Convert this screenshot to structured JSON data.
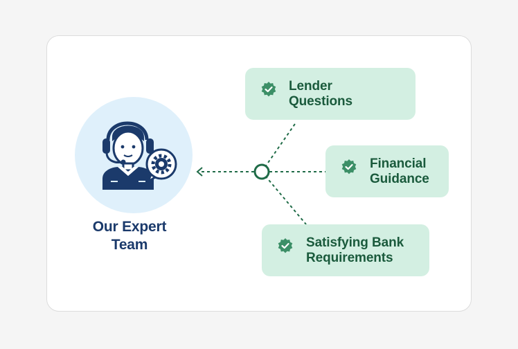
{
  "team": {
    "label": "Our Expert\nTeam",
    "icon": "support-agent-gear-icon"
  },
  "services": [
    {
      "label": "Lender\nQuestions",
      "icon": "verified-badge-icon"
    },
    {
      "label": "Financial\nGuidance",
      "icon": "verified-badge-icon"
    },
    {
      "label": "Satisfying Bank\nRequirements",
      "icon": "verified-badge-icon"
    }
  ],
  "colors": {
    "page_background": "#f5f5f5",
    "card_background": "#ffffff",
    "avatar_background": "#dff0fb",
    "navy": "#1b3a6b",
    "pill_background": "#d3efe2",
    "green_dark": "#1a5a3c",
    "badge_green": "#3c8f67",
    "connector": "#1f6b47"
  }
}
